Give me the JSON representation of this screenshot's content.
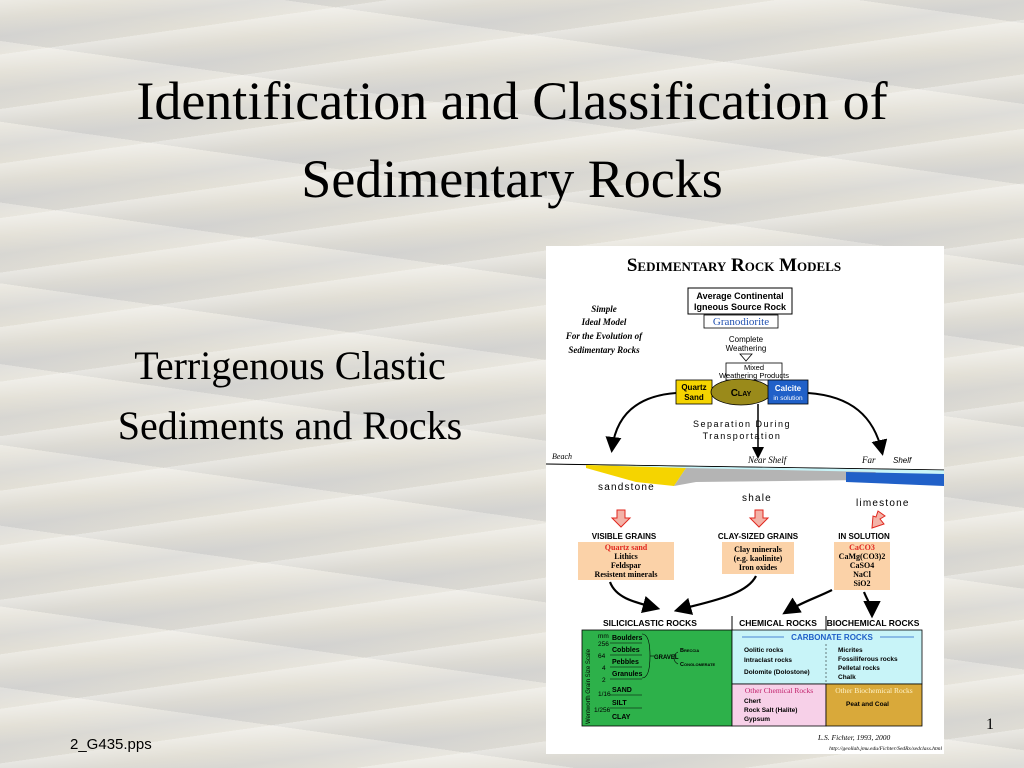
{
  "slide": {
    "title_line1": "Identification and Classification of",
    "title_line2": "Sedimentary Rocks",
    "subtitle_line1": "Terrigenous Clastic",
    "subtitle_line2": "Sediments and Rocks",
    "footer": "2_G435.pps",
    "page_number": "1"
  },
  "figure": {
    "heading": "Sedimentary Rock Models",
    "side_note": [
      "Simple",
      "Ideal Model",
      "For the Evolution of",
      "Sedimentary Rocks"
    ],
    "source_box": [
      "Average Continental",
      "Igneous Source Rock"
    ],
    "granodiorite": "Granodiorite",
    "weathering": [
      "Complete",
      "Weathering"
    ],
    "mixed": [
      "Mixed",
      "Weathering Products"
    ],
    "quartz_sand": [
      "Quartz",
      "Sand"
    ],
    "clay": "Clay",
    "calcite": [
      "Calcite",
      "in solution"
    ],
    "separation": [
      "Separation During",
      "Transportation"
    ],
    "beach": "Beach",
    "near_shelf": "Near Shelf",
    "far_shelf": "Far",
    "shelf": "Shelf",
    "sandstone": "sandstone",
    "shale": "shale",
    "limestone": "limestone",
    "visible_grains": {
      "title": "VISIBLE GRAINS",
      "items": [
        "Quartz sand",
        "Lithics",
        "Feldspar",
        "Resistent minerals"
      ]
    },
    "clay_grains": {
      "title": "CLAY-SIZED GRAINS",
      "items": [
        "Clay minerals",
        "(e.g. kaolinite)",
        "Iron oxides"
      ]
    },
    "in_solution": {
      "title": "IN SOLUTION",
      "items": [
        "CaCO3",
        "CaMg(CO3)2",
        "CaSO4",
        "NaCl",
        "SiO2"
      ]
    },
    "siliciclastic": "SILICICLASTIC ROCKS",
    "chemical": "CHEMICAL ROCKS",
    "biochemical": "BIOCHEMICAL ROCKS",
    "grain_scale_label": "Wentworth Grain Size Scale",
    "mm": "mm",
    "sizes": [
      "256",
      "64",
      "4",
      "2",
      "1/16",
      "1/256"
    ],
    "clastics": [
      "Boulders",
      "Cobbles",
      "Pebbles",
      "Granules",
      "SAND",
      "SILT",
      "CLAY"
    ],
    "gravel": "GRAVEL",
    "breccia": "Breccia",
    "conglomerate": "Conglomerate",
    "carbonate": "CARBONATE ROCKS",
    "chem_rocks": [
      "Oolitic rocks",
      "Intraclast rocks",
      "Dolomite (Dolostone)"
    ],
    "bio_rocks": [
      "Micrites",
      "Fossiliferous rocks",
      "Pelletal rocks",
      "Chalk"
    ],
    "other_chem": "Other Chemical Rocks",
    "other_chem_items": [
      "Chert",
      "Rock Salt (Halite)",
      "Gypsum"
    ],
    "other_bio": "Other Biochemical Rocks",
    "other_bio_items": [
      "Peat and Coal"
    ],
    "credit": "L.S. Fichter, 1993, 2000",
    "url": "http://geollab.jmu.edu/Fichter/SedRx/sedclass.html"
  },
  "colors": {
    "yellow": "#f5d400",
    "olive": "#9a8a1a",
    "blue": "#2060c8",
    "green": "#2db14a",
    "cyan": "#c8f4f8",
    "pink": "#f7d0e8",
    "tan": "#d9a93a",
    "orange_box": "#fbd2a8",
    "red": "#e0271e"
  }
}
